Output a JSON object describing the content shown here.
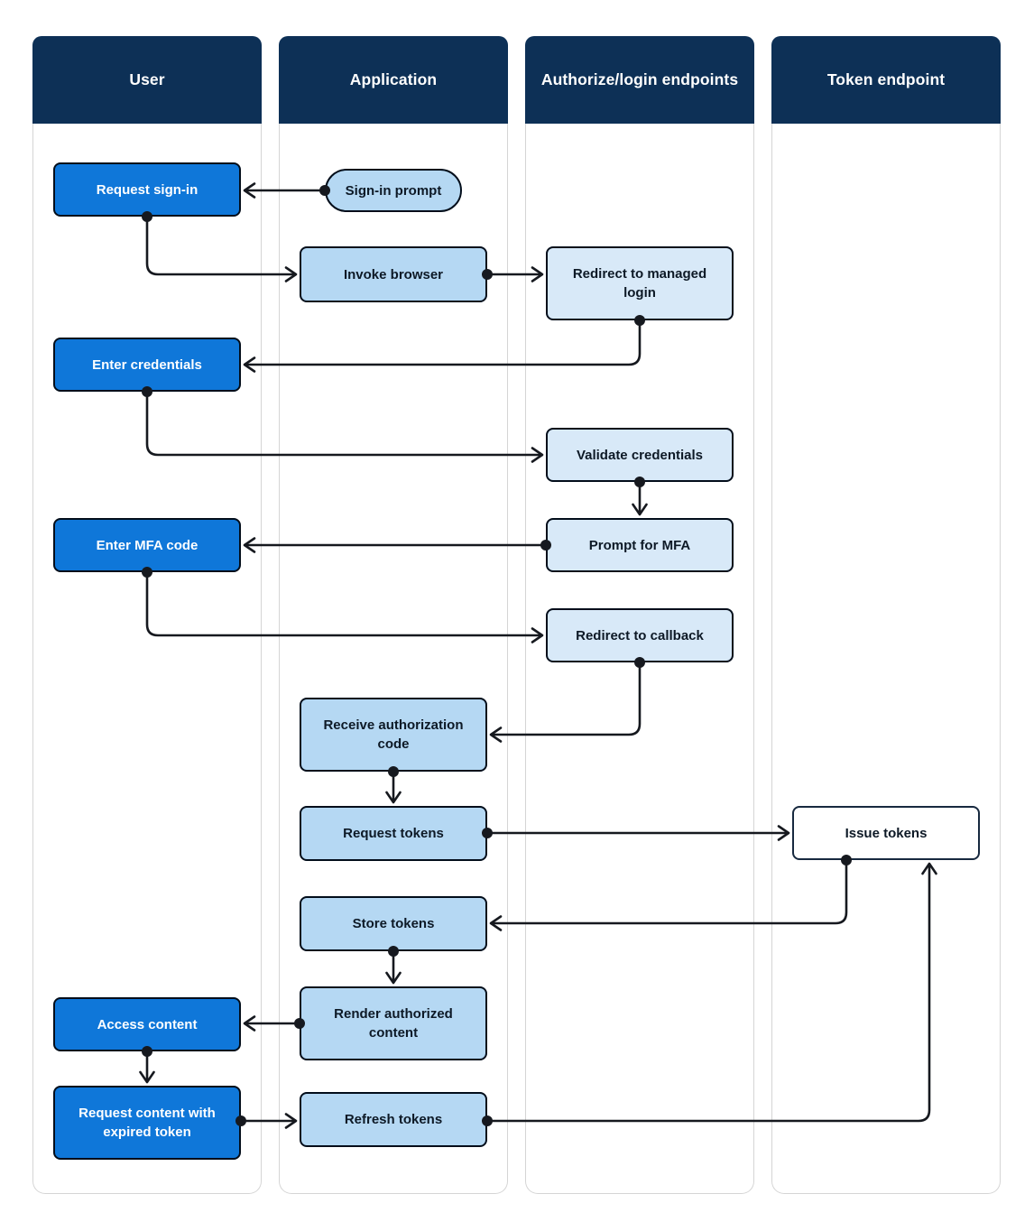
{
  "lanes": {
    "user": {
      "title": "User"
    },
    "application": {
      "title": "Application"
    },
    "authorize": {
      "title": "Authorize/login endpoints"
    },
    "token": {
      "title": "Token endpoint"
    }
  },
  "lane_order": [
    "user",
    "application",
    "authorize",
    "token"
  ],
  "nodes": {
    "request_sign_in": "Request sign-in",
    "sign_in_prompt": "Sign-in prompt",
    "invoke_browser": "Invoke browser",
    "redirect_to_managed_login": "Redirect to managed login",
    "enter_credentials": "Enter credentials",
    "validate_credentials": "Validate credentials",
    "prompt_for_mfa": "Prompt for MFA",
    "enter_mfa_code": "Enter MFA code",
    "redirect_to_callback": "Redirect to callback",
    "receive_authorization_code": "Receive authorization code",
    "request_tokens": "Request tokens",
    "issue_tokens": "Issue tokens",
    "store_tokens": "Store tokens",
    "render_authorized_content": "Render authorized content",
    "access_content": "Access content",
    "request_content_with_expired_token": "Request content with expired token",
    "refresh_tokens": "Refresh tokens"
  },
  "node_lane_map": {
    "request_sign_in": "user",
    "enter_credentials": "user",
    "enter_mfa_code": "user",
    "access_content": "user",
    "request_content_with_expired_token": "user",
    "sign_in_prompt": "application",
    "invoke_browser": "application",
    "receive_authorization_code": "application",
    "request_tokens": "application",
    "store_tokens": "application",
    "render_authorized_content": "application",
    "refresh_tokens": "application",
    "redirect_to_managed_login": "authorize",
    "validate_credentials": "authorize",
    "prompt_for_mfa": "authorize",
    "redirect_to_callback": "authorize",
    "issue_tokens": "token"
  },
  "edges": [
    {
      "from": "sign_in_prompt",
      "to": "request_sign_in"
    },
    {
      "from": "request_sign_in",
      "to": "invoke_browser"
    },
    {
      "from": "invoke_browser",
      "to": "redirect_to_managed_login"
    },
    {
      "from": "redirect_to_managed_login",
      "to": "enter_credentials"
    },
    {
      "from": "enter_credentials",
      "to": "validate_credentials"
    },
    {
      "from": "validate_credentials",
      "to": "prompt_for_mfa"
    },
    {
      "from": "prompt_for_mfa",
      "to": "enter_mfa_code"
    },
    {
      "from": "enter_mfa_code",
      "to": "redirect_to_callback"
    },
    {
      "from": "redirect_to_callback",
      "to": "receive_authorization_code"
    },
    {
      "from": "receive_authorization_code",
      "to": "request_tokens"
    },
    {
      "from": "request_tokens",
      "to": "issue_tokens"
    },
    {
      "from": "issue_tokens",
      "to": "store_tokens"
    },
    {
      "from": "store_tokens",
      "to": "render_authorized_content"
    },
    {
      "from": "render_authorized_content",
      "to": "access_content"
    },
    {
      "from": "access_content",
      "to": "request_content_with_expired_token"
    },
    {
      "from": "request_content_with_expired_token",
      "to": "refresh_tokens"
    },
    {
      "from": "refresh_tokens",
      "to": "issue_tokens"
    }
  ],
  "colors": {
    "lane_header_bg": "#0d3056",
    "lane_header_text": "#ffffff",
    "lane_border": "#d5d5d5",
    "user_node_bg": "#0f77d9",
    "user_node_text": "#ffffff",
    "application_node_bg": "#b5d8f3",
    "authorize_node_bg": "#d8e9f8",
    "token_node_bg": "#ffffff",
    "node_border": "#020d1a",
    "node_text_dark": "#0d1926",
    "connector": "#16191f"
  }
}
